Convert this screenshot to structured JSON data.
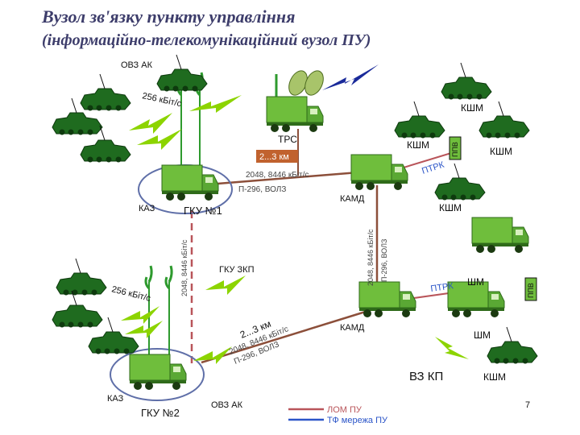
{
  "title": "Вузол зв'язку пункту управління",
  "subtitle": "(інформаційно-телекомунікаційний вузол  ПУ)",
  "labels": {
    "ovz_ak_top": "ОВЗ АК",
    "kshm_1": "КШМ",
    "kshm_2": "КШМ",
    "kshm_3": "КШМ",
    "kshm_4": "КШМ",
    "kshm_bottom": "КШМ",
    "shm_1": "ШМ",
    "shm_2": "ШМ",
    "trs": "ТРС",
    "range_1": "2...3 км",
    "rate_top": "256 кБіт/с",
    "link_1": "2048, 8446 кБіт/с",
    "link_1b": "П-296, ВОЛЗ",
    "kaz_1": "КАЗ",
    "gku1": "ГКУ №1",
    "kamd_1": "КАМД",
    "ptrk_1": "ПТРК",
    "ptrk_2": "ПТРК",
    "ppr_1": "ППВ",
    "ppr_2": "ППВ",
    "vert_link_a": "2048, 8446 кБіт/с",
    "vert_link_b": "П-296, ВОЛЗ",
    "left_vert_link": "2048, 8446 кБіт/с",
    "gku_zkp": "ГКУ ЗКП",
    "rate_left": "256 кБіт/с",
    "range_2": "2...3 км",
    "link_2": "2048, 8446 кБіт/с",
    "link_2b": "П-296, ВОЛЗ",
    "kamd_2": "КАМД",
    "vz_kp": "ВЗ КП",
    "kaz_2": "КАЗ",
    "gku2": "ГКУ №2",
    "ovz_ak_bottom": "ОВЗ АК",
    "page_num": "7"
  },
  "legend": {
    "lom": "ЛОМ ПУ",
    "tf": "ТФ мережа ПУ"
  },
  "colors": {
    "title": "#3d3d6b",
    "lom": "#b9555a",
    "tf": "#2b55c8",
    "vehicle_dark": "#1f6b1f",
    "vehicle_light": "#6fbe3c",
    "lightning": "#8cd400",
    "antenna": "#2e9a2e",
    "link_line": "#8c4f3a"
  },
  "icons": [
    "armored-vehicle-icon",
    "truck-icon",
    "antenna-icon",
    "satellite-dish-icon",
    "lightning-icon",
    "radio-mast-icon"
  ]
}
